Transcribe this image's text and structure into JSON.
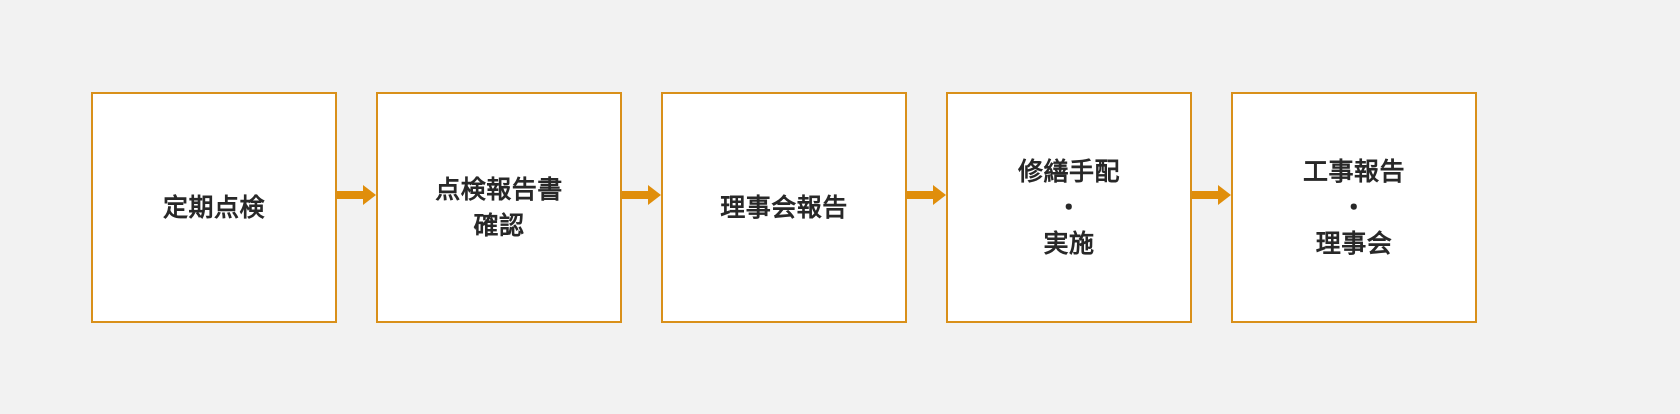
{
  "diagram": {
    "title": "",
    "type": "horizontal-flowchart",
    "background_color": "#f2f2f2",
    "box_fill_color": "#ffffff",
    "box_border_color": "#d9901a",
    "arrow_color": "#e08e0b",
    "text_color": "#282828",
    "steps": [
      {
        "id": "step-1",
        "label": "定期点検",
        "lines": [
          "定期点検"
        ]
      },
      {
        "id": "step-2",
        "label": "点検報告書\n確認",
        "lines": [
          "点検報告書",
          "確認"
        ]
      },
      {
        "id": "step-3",
        "label": "理事会報告",
        "lines": [
          "理事会報告"
        ]
      },
      {
        "id": "step-4",
        "label": "修繕手配\n・\n実施",
        "lines": [
          "修繕手配",
          "・",
          "実施"
        ]
      },
      {
        "id": "step-5",
        "label": "工事報告\n・\n理事会",
        "lines": [
          "工事報告",
          "・",
          "理事会"
        ]
      }
    ],
    "connectors": [
      {
        "id": "arrow-1",
        "from": "step-1",
        "to": "step-2",
        "icon": "arrow-right-icon"
      },
      {
        "id": "arrow-2",
        "from": "step-2",
        "to": "step-3",
        "icon": "arrow-right-icon"
      },
      {
        "id": "arrow-3",
        "from": "step-3",
        "to": "step-4",
        "icon": "arrow-right-icon"
      },
      {
        "id": "arrow-4",
        "from": "step-4",
        "to": "step-5",
        "icon": "arrow-right-icon"
      }
    ]
  }
}
